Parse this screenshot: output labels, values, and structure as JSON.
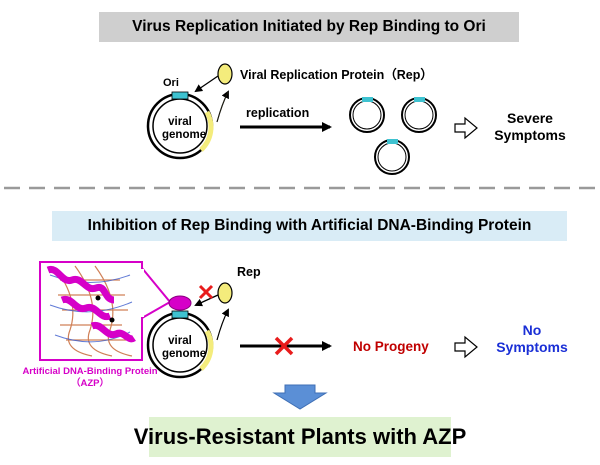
{
  "titles": {
    "top": "Virus Replication Initiated by Rep Binding to Ori",
    "middle": "Inhibition of Rep Binding with Artificial DNA-Binding Protein",
    "bottom": "Virus-Resistant Plants with AZP"
  },
  "top_panel": {
    "ori_label": "Ori",
    "rep_label": "Viral Replication Protein（Rep）",
    "genome_line1": "viral",
    "genome_line2": "genome",
    "replication_label": "replication",
    "outcome_line1": "Severe",
    "outcome_line2": "Symptoms"
  },
  "bottom_panel": {
    "rep_label": "Rep",
    "genome_line1": "viral",
    "genome_line2": "genome",
    "no_progeny_label": "No Progeny",
    "outcome_line1": "No",
    "outcome_line2": "Symptoms",
    "azp_line1": "Artificial DNA-Binding Protein",
    "azp_line2": "（AZP）"
  },
  "colors": {
    "yellow": "#f4ec7c",
    "ori_teal": "#3ec2d0",
    "magenta": "#d600c8",
    "red_x": "#e81c1c",
    "no_progeny": "#c00000",
    "no_symptoms": "#1a2fd6",
    "arrow_blue": "#5b8fd6"
  }
}
